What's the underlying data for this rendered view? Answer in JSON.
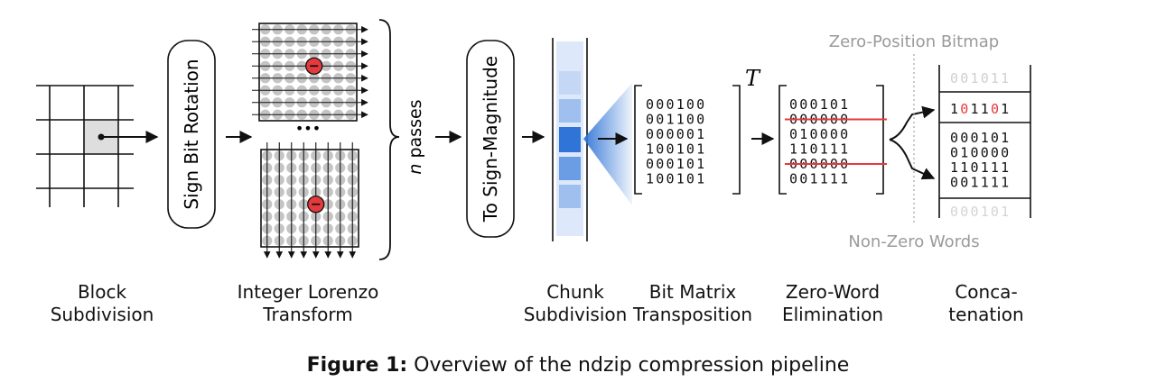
{
  "steps": {
    "sign_bit_rotation": "Sign Bit Rotation",
    "to_sign_magnitude": "To Sign-Magnitude",
    "passes": "n passes",
    "transpose": "T",
    "ellipsis": "•••"
  },
  "stage_labels": {
    "block_subdivision": [
      "Block",
      "Subdivision"
    ],
    "integer_lorenzo": [
      "Integer Lorenzo",
      "Transform"
    ],
    "chunk_subdivision": [
      "Chunk",
      "Subdivision"
    ],
    "bit_matrix_transposition": [
      "Bit Matrix",
      "Transposition"
    ],
    "zero_word_elimination": [
      "Zero-Word",
      "Elimination"
    ],
    "concatenation": [
      "Conca-",
      "tenation"
    ]
  },
  "annotations": {
    "zero_position_bitmap": "Zero-Position Bitmap",
    "non_zero_words": "Non-Zero Words"
  },
  "bit_matrix": [
    "000100",
    "001100",
    "000001",
    "100101",
    "000101",
    "100101"
  ],
  "zero_word_matrix": [
    "000101",
    "000000",
    "010000",
    "110111",
    "000000",
    "001111"
  ],
  "zero_word_struck_rows": [
    1,
    4
  ],
  "concat": {
    "faded_top": "001011",
    "bitmap": "101101",
    "bitmap_highlight_positions": [
      1,
      4
    ],
    "words": [
      "000101",
      "010000",
      "110111",
      "001111"
    ],
    "faded_bottom": "000101"
  },
  "colors": {
    "ink": "#111111",
    "red": "#e5393d",
    "chunk_fill": "#dde9fa",
    "chunk_mid": "#9fc0ee",
    "chunk_strong": "#6b9de4",
    "chunk_accent": "#2f74d6",
    "grey_text": "#9a9a9a",
    "cell_highlight": "#dedede",
    "dot": "#c4c4c4"
  },
  "caption": {
    "prefix": "Figure 1:",
    "text": "Overview of the ndzip compression pipeline"
  }
}
